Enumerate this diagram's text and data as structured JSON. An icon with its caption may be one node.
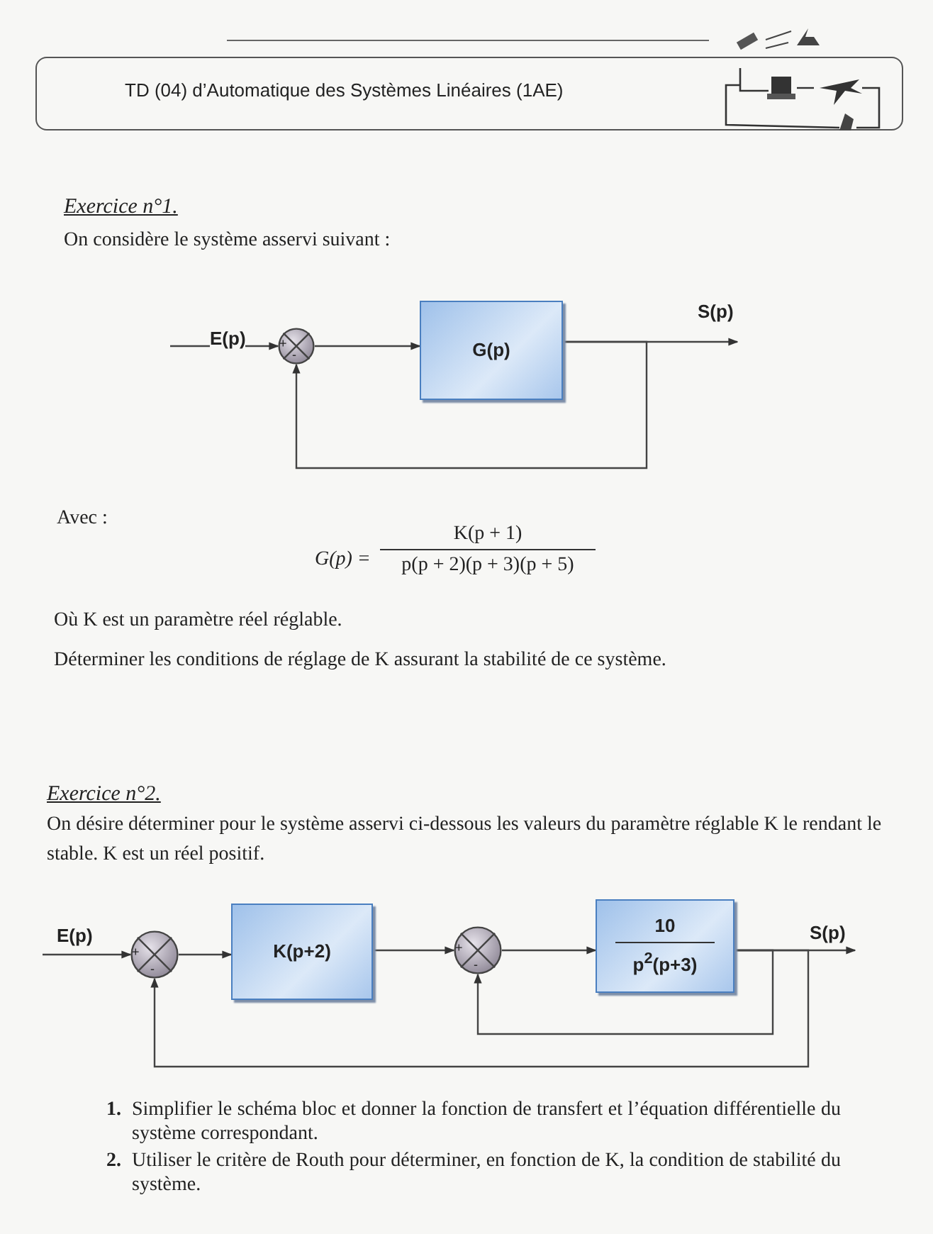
{
  "diagram": {
    "nodes": [
      {
        "text": [
          "TD (04) d’Automatique des Systèmes Linéaires (1AE)"
        ]
      },
      {
        "text": [
          "+",
          "-"
        ]
      },
      {
        "text": [
          "G(p)"
        ]
      },
      {
        "text": [
          "+",
          "-"
        ]
      },
      {
        "text": [
          "K(p+2)"
        ]
      },
      {
        "text": [
          "+",
          "-"
        ]
      },
      {
        "text": [
          "10",
          "p$^{2}$(p+3)"
        ]
      }
    ],
    "edges": [
      {
        "from": null,
        "to": 1,
        "arrow": "to",
        "label": "E(p)"
      },
      {
        "from": 1,
        "to": 2,
        "arrow": "to"
      },
      {
        "from": 2,
        "to": null,
        "arrow": "to",
        "label": "S(p)"
      },
      {
        "from": 2,
        "to": 1,
        "arrow": "to"
      },
      {
        "from": null,
        "to": 3,
        "arrow": "to",
        "label": "E(p)"
      },
      {
        "from": 3,
        "to": 4,
        "arrow": "to"
      },
      {
        "from": 4,
        "to": 5,
        "arrow": "to"
      },
      {
        "from": 5,
        "to": 6,
        "arrow": "to"
      },
      {
        "from": 6,
        "to": null,
        "arrow": "to",
        "label": "S(p)"
      },
      {
        "from": 6,
        "to": 5,
        "arrow": "to"
      },
      {
        "from": 6,
        "to": 3,
        "arrow": "to"
      }
    ],
    "labels": [
      "Exercice n°1.",
      "On considère le système asservi suivant :",
      "Avec :",
      "G(p) =",
      "K(p + 1)",
      "p(p + 2)(p + 3)(p + 5)",
      "Où K est un paramètre réel réglable.",
      "Déterminer les conditions de réglage de K assurant la stabilité de ce système.",
      "Exercice n°2.",
      "On désire déterminer pour le système asservi ci-dessous les valeurs du paramètre réglable K le rendant le stable. K est un réel positif.",
      "1.",
      "Simplifier le schéma bloc et donner la fonction de transfert et l’équation différentielle du système correspondant.",
      "2.",
      "Utiliser le critère de Routh pour déterminer, en fonction de K, la condition de stabilité du système."
    ]
  }
}
